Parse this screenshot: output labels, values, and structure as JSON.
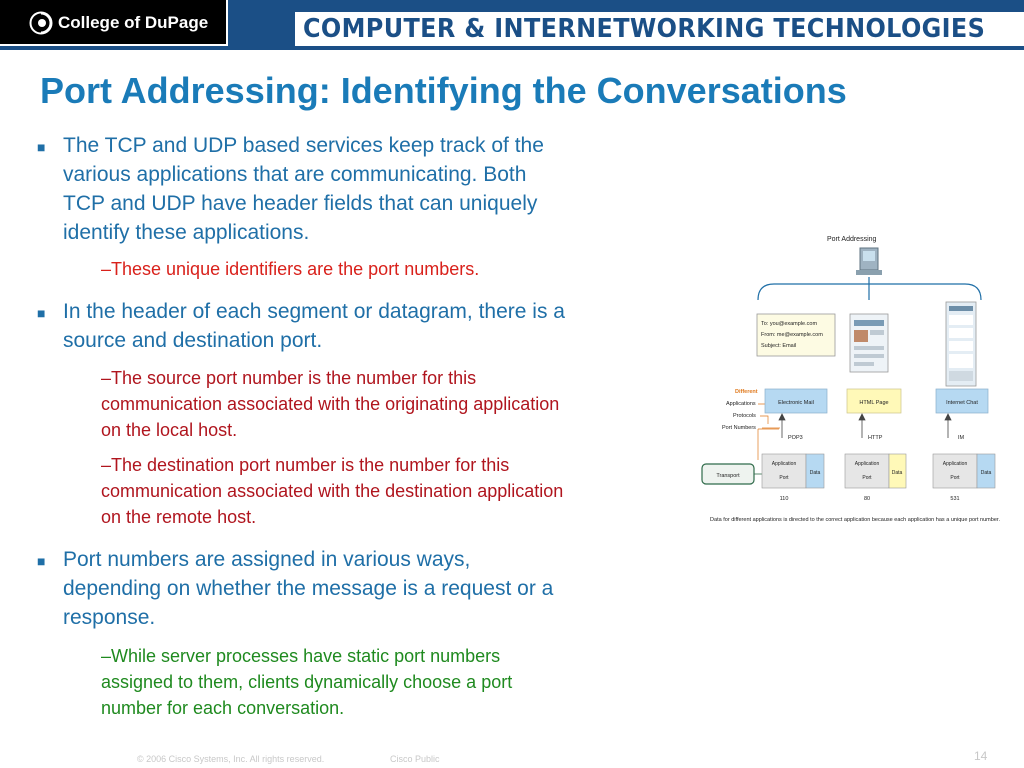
{
  "header": {
    "logo_text": "College of DuPage",
    "banner_text": "COMPUTER & INTERNETWORKING TECHNOLOGIES"
  },
  "title": "Port Addressing: Identifying the Conversations",
  "content": {
    "bullets": [
      {
        "lines": [
          "The TCP and UDP based services keep track of the",
          "various applications that are communicating. Both",
          "TCP and UDP have header fields that can uniquely",
          "identify these applications."
        ],
        "subs": [
          {
            "lines": [
              "–These unique identifiers are the port numbers."
            ]
          }
        ]
      },
      {
        "lines": [
          "In the header of each segment or datagram, there is a",
          "source and destination port."
        ],
        "subs": [
          {
            "lines": [
              "–The source port number is the number for this",
              "communication associated with the originating application",
              "on the local host."
            ]
          },
          {
            "lines": [
              "–The destination port number is the number for this",
              "communication associated with the destination application",
              "on the remote host."
            ]
          }
        ]
      },
      {
        "lines": [
          "Port numbers are assigned in various ways,",
          "depending on whether the message is a request or a",
          "response."
        ],
        "subs": [
          {
            "lines": [
              "–While server processes have static port numbers",
              "assigned to them, clients dynamically choose a port",
              "number for each conversation."
            ]
          }
        ]
      }
    ]
  },
  "diagram": {
    "title": "Port Addressing",
    "email_lines": [
      "To: you@example.com",
      "From: me@example.com",
      "Subject: Email"
    ],
    "left_labels": {
      "different": "Different",
      "applications": "Applications",
      "protocols": "Protocols",
      "port_numbers": "Port Numbers",
      "transport": "Transport"
    },
    "apps": [
      {
        "name": "Electronic Mail",
        "protocol": "POP3",
        "port": "110",
        "header1": "Application",
        "header2": "Port",
        "data": "Data"
      },
      {
        "name": "HTML Page",
        "protocol": "HTTP",
        "port": "80",
        "header1": "Application",
        "header2": "Port",
        "data": "Data"
      },
      {
        "name": "Internet Chat",
        "protocol": "IM",
        "port": "531",
        "header1": "Application",
        "header2": "Port",
        "data": "Data"
      }
    ],
    "caption": "Data for different applications is directed to the correct application because each application has a unique port number."
  },
  "footer": {
    "copyright": "© 2006 Cisco Systems, Inc. All rights reserved.",
    "classification": "Cisco Public",
    "page_number": "14"
  }
}
